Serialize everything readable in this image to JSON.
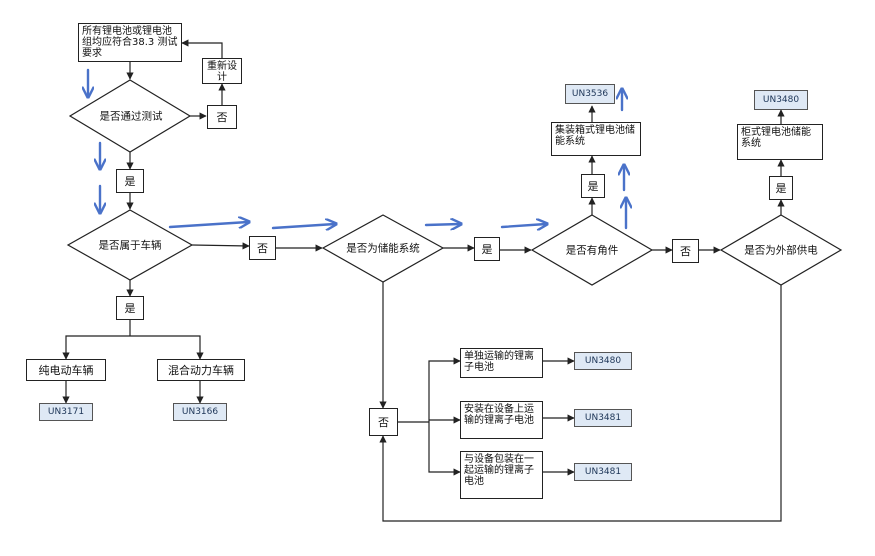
{
  "nodes": {
    "start": "所有锂电池或锂电池组均应符合38.3 测试要求",
    "redesign": "重新设计",
    "test_pass": "是否通过测试",
    "no_redesign": "否",
    "yes_test": "是",
    "is_vehicle": "是否属于车辆",
    "no_vehicle": "否",
    "is_ess": "是否为储能系统",
    "yes_ess": "是",
    "has_corner": "是否有角件",
    "yes_corner": "是",
    "container_ess": "集装箱式锂电池储能系统",
    "un3536": "UN3536",
    "no_corner": "否",
    "external_power": "是否为外部供电",
    "yes_external": "是",
    "cabinet_ess": "柜式锂电池储能系统",
    "un3480_top": "UN3480",
    "yes_vehicle": "是",
    "pure_ev": "纯电动车辆",
    "un3171": "UN3171",
    "hybrid_ev": "混合动力车辆",
    "un3166": "UN3166",
    "no_ess": "否",
    "single_battery": "单独运输的锂离子电池",
    "un3480_mid": "UN3480",
    "in_equipment": "安装在设备上运输的锂离子电池",
    "un3481_a": "UN3481",
    "with_equipment": "与设备包装在一起运输的锂离子电池",
    "un3481_b": "UN3481"
  },
  "colors": {
    "line": "#222222",
    "highlight_arrow": "#4a72c9",
    "un_fill": "#dfe9f5"
  }
}
